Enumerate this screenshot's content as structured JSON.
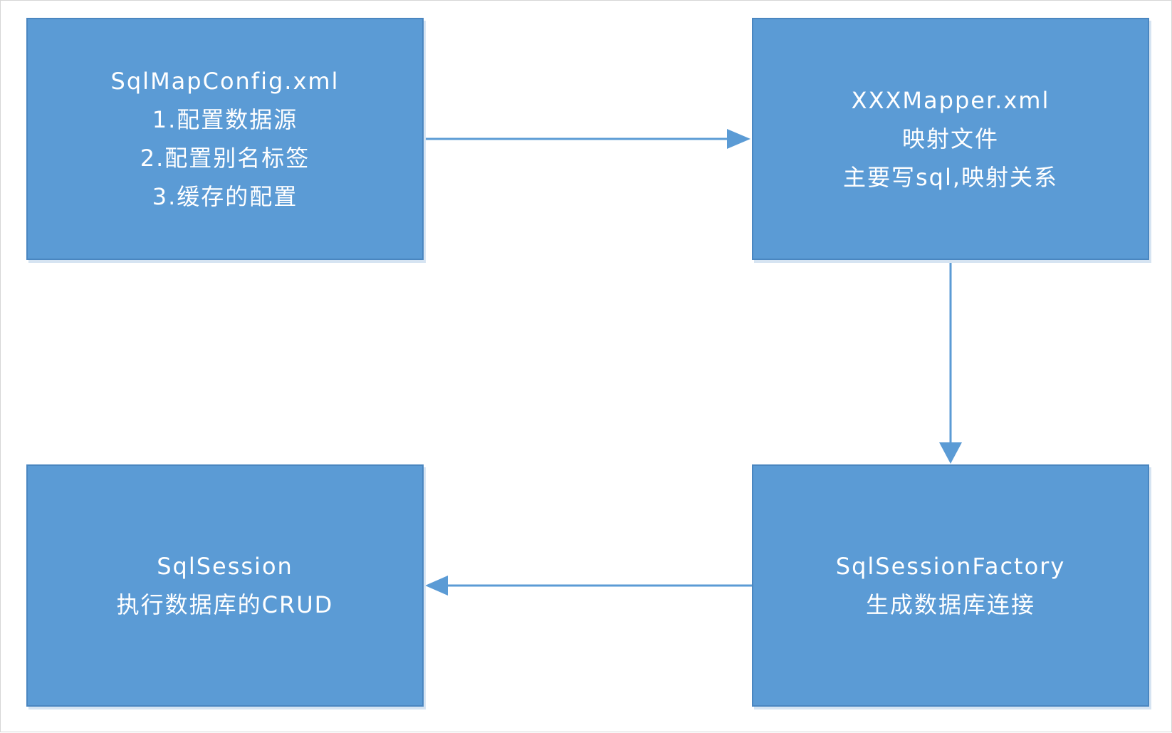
{
  "nodes": {
    "config": {
      "lines": [
        "SqlMapConfig.xml",
        "1.配置数据源",
        "2.配置别名标签",
        "3.缓存的配置"
      ]
    },
    "mapper": {
      "lines": [
        "XXXMapper.xml",
        "映射文件",
        "主要写sql,映射关系"
      ]
    },
    "factory": {
      "lines": [
        "SqlSessionFactory",
        "生成数据库连接"
      ]
    },
    "session": {
      "lines": [
        "SqlSession",
        "执行数据库的CRUD"
      ]
    }
  },
  "edges": [
    {
      "from": "config",
      "to": "mapper"
    },
    {
      "from": "mapper",
      "to": "factory"
    },
    {
      "from": "factory",
      "to": "session"
    }
  ],
  "colors": {
    "box_fill": "#5b9bd5",
    "box_border": "#4a86c0",
    "arrow": "#5b9bd5",
    "text": "#ffffff"
  }
}
